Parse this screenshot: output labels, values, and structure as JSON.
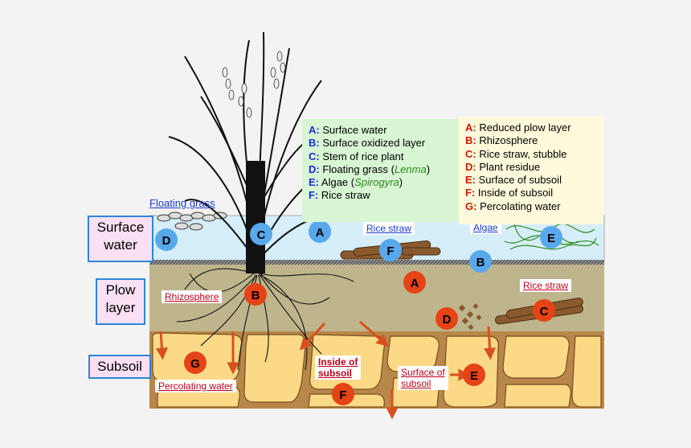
{
  "side_labels": {
    "surface_water": [
      "Surface",
      "water"
    ],
    "plow_layer": [
      "Plow",
      "layer"
    ],
    "subsoil": "Subsoil"
  },
  "tags": {
    "floating_grass": "Floating grass",
    "rice_straw_water": "Rice straw",
    "algae": "Algae",
    "rhizosphere": "Rhizosphere",
    "rice_straw_plow": "Rice straw",
    "inside_subsoil": [
      "Inside of",
      "subsoil"
    ],
    "surface_subsoil": [
      "Surface of",
      "subsoil"
    ],
    "percolating_water": "Percolating water"
  },
  "legend_blue": [
    {
      "key": "A:",
      "text": "Surface water"
    },
    {
      "key": "B:",
      "text": "Surface oxidized layer"
    },
    {
      "key": "C:",
      "text": "Stem of rice plant"
    },
    {
      "key": "D:",
      "text": "Floating grass (",
      "italic": "Lenma",
      "after": ")"
    },
    {
      "key": "E:",
      "text": "Algae (",
      "italic": "Spirogyra",
      "after": ")"
    },
    {
      "key": "F:",
      "text": "Rice straw"
    }
  ],
  "legend_red": [
    {
      "key": "A:",
      "text": "Reduced plow layer"
    },
    {
      "key": "B:",
      "text": "Rhizosphere"
    },
    {
      "key": "C:",
      "text": "Rice straw, stubble"
    },
    {
      "key": "D:",
      "text": "Plant residue"
    },
    {
      "key": "E:",
      "text": "Surface of subsoil"
    },
    {
      "key": "F:",
      "text": "Inside of subsoil"
    },
    {
      "key": "G:",
      "text": "Percolating water"
    }
  ],
  "markers_blue": [
    "D",
    "C",
    "A",
    "F",
    "B",
    "E"
  ],
  "markers_red": [
    "A",
    "B",
    "C",
    "D",
    "E",
    "F",
    "G"
  ],
  "colors": {
    "water": "#d5eefa",
    "plow": "#bfb58c",
    "subsoil_bg": "#b8874a",
    "subsoil_cell": "#fbd987",
    "blue_marker": "#58a9ec",
    "red_marker": "#e64316",
    "legend_blue_bg": "#d8f5d4",
    "legend_red_bg": "#fffadb",
    "arrow": "#d9501e"
  }
}
